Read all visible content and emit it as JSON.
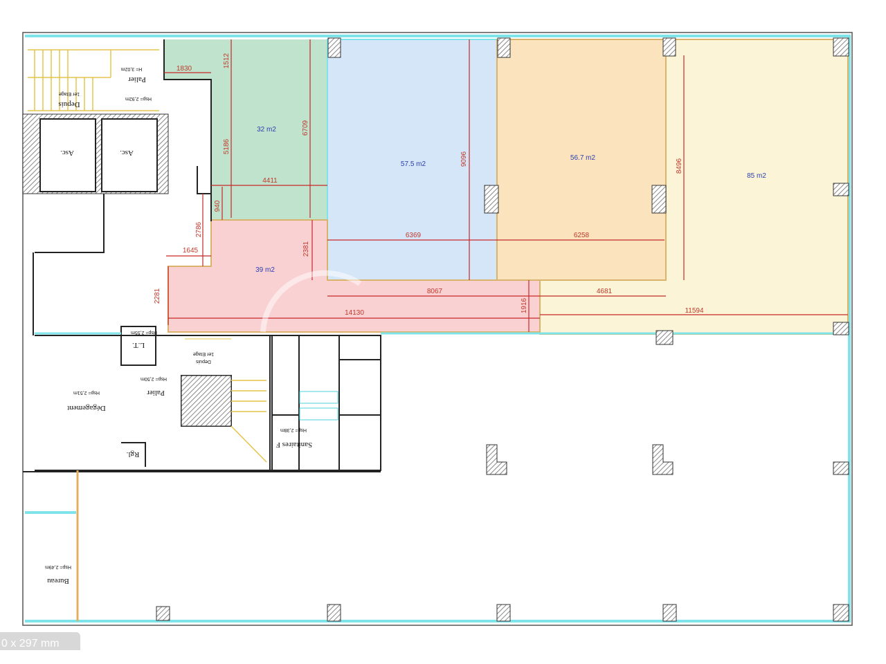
{
  "plan": {
    "rooms": [
      {
        "id": "green",
        "area": "32 m2",
        "color": "#bfe3cc"
      },
      {
        "id": "blue",
        "area": "57.5 m2",
        "color": "#d4e6f7"
      },
      {
        "id": "orange",
        "area": "56.7 m2",
        "color": "#fbe3bd"
      },
      {
        "id": "yellow",
        "area": "85 m2",
        "color": "#fbf4d6"
      },
      {
        "id": "pink",
        "area": "39 m2",
        "color": "#f9d1d3"
      }
    ],
    "dimensions": {
      "d1830": "1830",
      "d1512": "1512",
      "d5186": "5186",
      "d6709": "6709",
      "d4411": "4411",
      "d940": "940",
      "d2786": "2786",
      "d1645": "1645",
      "d2281": "2281",
      "d2381": "2381",
      "d9096": "9096",
      "d6369": "6369",
      "d6258": "6258",
      "d8496": "8496",
      "d8067": "8067",
      "d4681": "4681",
      "d1916": "1916",
      "d14130": "14130",
      "d11594": "11594"
    },
    "labels": {
      "palier_top": "Palier",
      "h_top": "H= 3,02m",
      "depuis_top": "Depuis",
      "etage_top": "1er Etage",
      "hsp_top": "Hsp= 2,92m",
      "asc1": "Asc.",
      "asc2": "Asc.",
      "lt": "L.T.",
      "hsp_lt": "Hsp= 2,55m",
      "depuis_mid": "Depuis",
      "etage_mid": "1er Etage",
      "palier_mid": "Palier",
      "hsp_palier": "Hsp= 2,50m",
      "degagement": "Dégagement",
      "hsp_deg": "Hsp= 2,51m",
      "rgl": "Rgl.",
      "sanitaires": "Sanitaires F",
      "hsp_san": "Hsp= 2,38m",
      "bureau": "Bureau",
      "hsp_bureau": "Hsp= 2,49m"
    },
    "dimension_color": "#c62828",
    "glazing_color": "#7fe3ea"
  },
  "footer": {
    "page_size": "0 x 297 mm"
  }
}
